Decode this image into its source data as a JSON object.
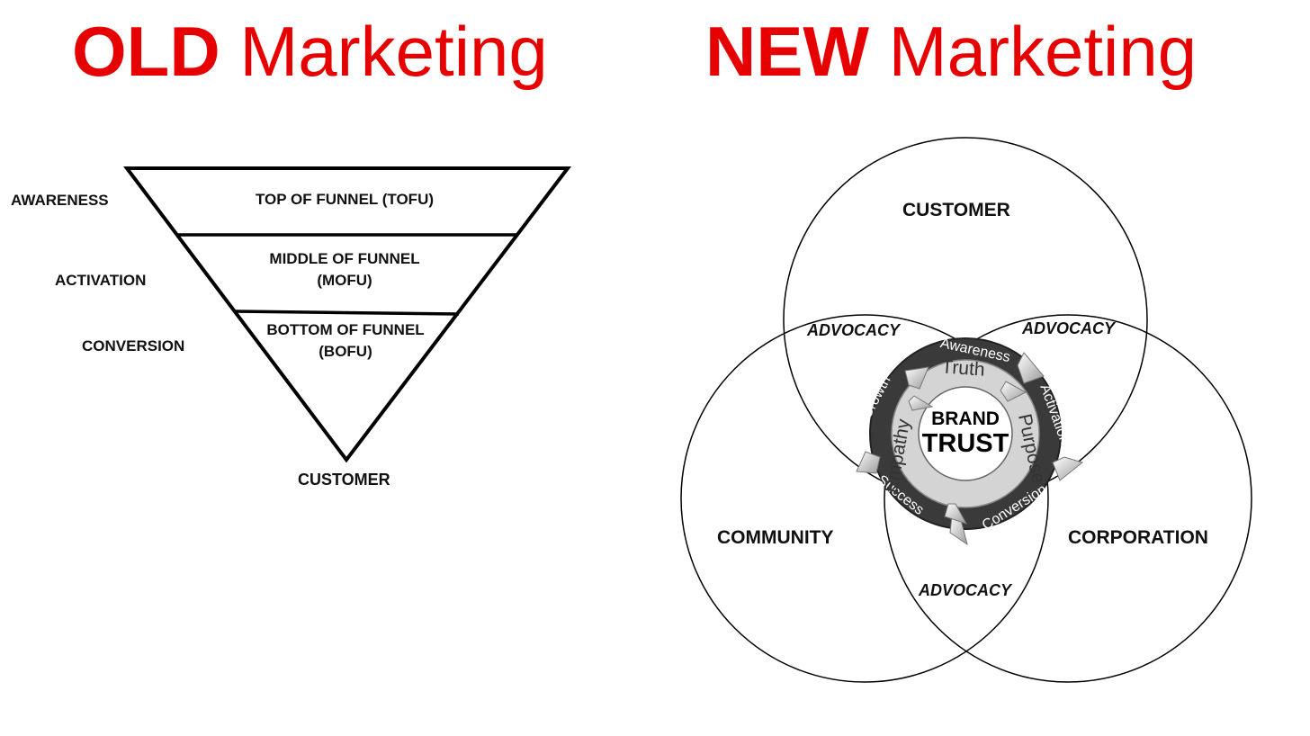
{
  "old": {
    "title_strong": "OLD",
    "title_rest": " Marketing",
    "stages": [
      "AWARENESS",
      "ACTIVATION",
      "CONVERSION"
    ],
    "sections": [
      [
        "TOP OF FUNNEL (TOFU)"
      ],
      [
        "MIDDLE OF FUNNEL",
        "(MOFU)"
      ],
      [
        "BOTTOM OF FUNNEL",
        "(BOFU)"
      ]
    ],
    "bottom_label": "CUSTOMER"
  },
  "new": {
    "title_strong": "NEW",
    "title_rest": " Marketing",
    "circles": {
      "top": "CUSTOMER",
      "left": "COMMUNITY",
      "right": "CORPORATION"
    },
    "advocacy": [
      "ADVOCACY",
      "ADVOCACY",
      "ADVOCACY"
    ],
    "outer_ring": [
      "Awareness",
      "Activation",
      "Conversion",
      "Success",
      "Growth"
    ],
    "inner_ring": [
      "Truth",
      "Purpose",
      "Empathy"
    ],
    "center": {
      "line1": "BRAND",
      "line2": "TRUST"
    },
    "colors": {
      "title": "#e60000",
      "outer_ring": "#3a3a3a",
      "inner_ring": "#cfcfcf"
    }
  }
}
